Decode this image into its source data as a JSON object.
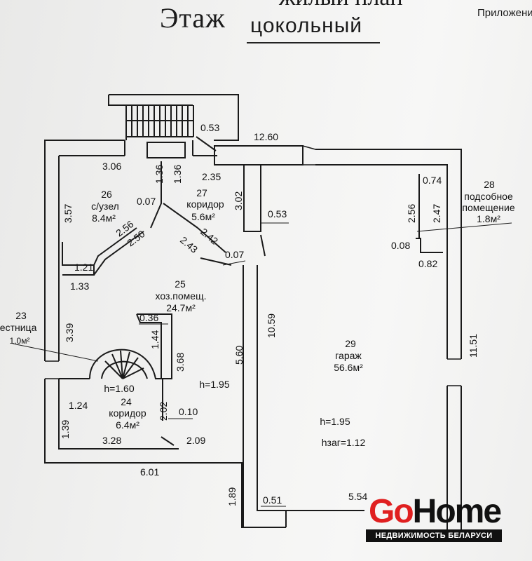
{
  "header": {
    "title_partial": "жилый план",
    "floor_label": "Этаж",
    "floor_value": "цокольный",
    "appendix": "Приложени"
  },
  "rooms": {
    "r23": {
      "num": "23",
      "name": "лестница",
      "area": "1.0м²"
    },
    "r24": {
      "num": "24",
      "name": "коридор",
      "area": "6.4м²",
      "height": "h=1.60"
    },
    "r25": {
      "num": "25",
      "name": "хоз.помещ.",
      "area": "24.7м²",
      "height": "h=1.95"
    },
    "r26": {
      "num": "26",
      "name": "с/узел",
      "area": "8.4м²"
    },
    "r27": {
      "num": "27",
      "name": "коридор",
      "area": "5.6м²"
    },
    "r28": {
      "num": "28",
      "name": "подсобное",
      "name2": "помещение",
      "area": "1.8м²"
    },
    "r29": {
      "num": "29",
      "name": "гараж",
      "area": "56.6м²",
      "height": "h=1.95",
      "height2": "hзаг=1.12"
    }
  },
  "dims": {
    "d0_53a": "0.53",
    "d12_60": "12.60",
    "d3_06": "3.06",
    "d1_36a": "1.36",
    "d1_36b": "1.36",
    "d2_35": "2.35",
    "d3_02": "3.02",
    "d0_53b": "0.53",
    "d0_74": "0.74",
    "d2_56a": "2.56",
    "d2_47": "2.47",
    "d3_57": "3.57",
    "d0_07a": "0.07",
    "d2_56b": "2.56",
    "d2_50": "2.50",
    "d2_42": "2.42",
    "d2_43": "2.43",
    "d0_07b": "0.07",
    "d0_08": "0.08",
    "d0_82": "0.82",
    "d1_21": "1.21",
    "d1_33": "1.33",
    "d10_59": "10.59",
    "d0_36": "0.36",
    "d1_44": "1.44",
    "d3_39": "3.39",
    "d3_68": "3.68",
    "d5_60": "5.60",
    "d11_51": "11.51",
    "d1_24": "1.24",
    "d2_02": "2.02",
    "d0_10": "0.10",
    "d1_39": "1.39",
    "d3_28": "3.28",
    "d2_09": "2.09",
    "d6_01": "6.01",
    "d1_89": "1.89",
    "d0_51": "0.51",
    "d5_54": "5.54"
  },
  "logo": {
    "go": "Go",
    "home": "Home",
    "tagline": "НЕДВИЖИМОСТЬ БЕЛАРУСИ",
    "go_color": "#e02020"
  }
}
